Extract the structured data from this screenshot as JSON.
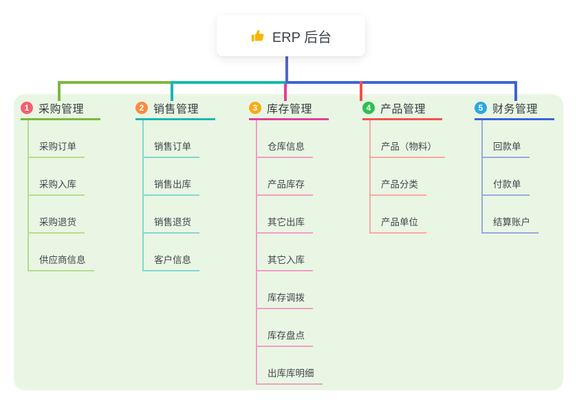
{
  "app": {
    "canvas_bg": "#e9f6e3",
    "root_line_color": "#5165cf"
  },
  "root": {
    "label": "ERP 后台",
    "icon": "thumbs-up",
    "icon_color": "#f7b500"
  },
  "branches": [
    {
      "index": "1",
      "label": "采购管理",
      "line_color": "#7cb93c",
      "light_line_color": "#b6db8e",
      "badge_color": "#f45e72",
      "children": [
        "采购订单",
        "采购入库",
        "采购退货",
        "供应商信息"
      ]
    },
    {
      "index": "2",
      "label": "销售管理",
      "line_color": "#17b8ae",
      "light_line_color": "#82d7cf",
      "badge_color": "#f98b43",
      "children": [
        "销售订单",
        "销售出库",
        "销售退货",
        "客户信息"
      ]
    },
    {
      "index": "3",
      "label": "库存管理",
      "line_color": "#e23e96",
      "light_line_color": "#f29cc8",
      "badge_color": "#fbab18",
      "children": [
        "仓库信息",
        "产品库存",
        "其它出库",
        "其它入库",
        "库存调拨",
        "库存盘点",
        "出库库明细"
      ]
    },
    {
      "index": "4",
      "label": "产品管理",
      "line_color": "#f4504e",
      "light_line_color": "#f9a8a4",
      "badge_color": "#2cbf53",
      "children": [
        "产品（物料）",
        "产品分类",
        "产品单位"
      ]
    },
    {
      "index": "5",
      "label": "财务管理",
      "line_color": "#3c63d8",
      "light_line_color": "#97a8df",
      "badge_color": "#29a8e0",
      "children": [
        "回款单",
        "付款单",
        "结算账户"
      ]
    }
  ]
}
